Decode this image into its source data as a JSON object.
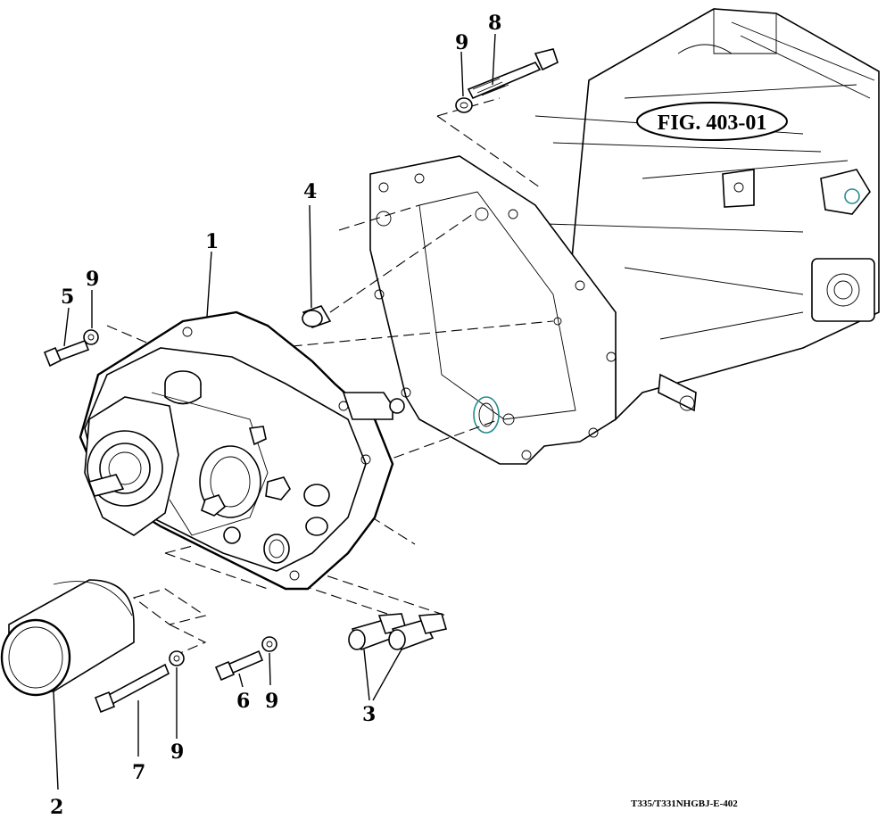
{
  "figure": {
    "label": "FIG. 403-01",
    "drawing_code": "T335/T331NHGBJ-E-402"
  },
  "callouts": [
    {
      "id": "c1",
      "text": "1"
    },
    {
      "id": "c2",
      "text": "2"
    },
    {
      "id": "c3",
      "text": "3"
    },
    {
      "id": "c4",
      "text": "4"
    },
    {
      "id": "c5",
      "text": "5"
    },
    {
      "id": "c6",
      "text": "6"
    },
    {
      "id": "c7",
      "text": "7"
    },
    {
      "id": "c8",
      "text": "8"
    },
    {
      "id": "c9a",
      "text": "9"
    },
    {
      "id": "c9b",
      "text": "9"
    },
    {
      "id": "c9c",
      "text": "9"
    },
    {
      "id": "c9d",
      "text": "9"
    }
  ],
  "colors": {
    "line": "#000000",
    "background": "#ffffff",
    "seal": "#2a8c8c"
  }
}
